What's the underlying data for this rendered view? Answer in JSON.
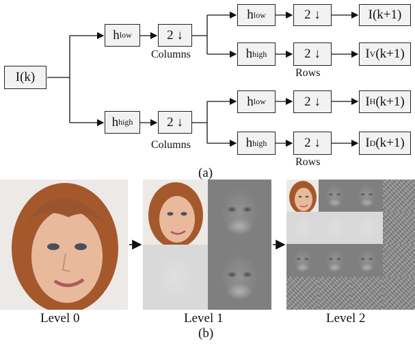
{
  "input": {
    "label": "I(k)"
  },
  "branches": {
    "low": {
      "filter": "h",
      "filter_sub": "low",
      "down": "2 ↓",
      "caption": "Columns"
    },
    "high": {
      "filter": "h",
      "filter_sub": "high",
      "down": "2 ↓",
      "caption": "Columns"
    }
  },
  "rows_stage": {
    "low_low": {
      "filter": "h",
      "filter_sub": "low",
      "down": "2 ↓",
      "output": "I(k+1)",
      "output_sub": ""
    },
    "low_high": {
      "filter": "h",
      "filter_sub": "high",
      "down": "2 ↓",
      "output_pre": "I",
      "output_sub": "V",
      "output_post": "(k+1)"
    },
    "high_low": {
      "filter": "h",
      "filter_sub": "low",
      "down": "2 ↓",
      "output_pre": "I",
      "output_sub": "H",
      "output_post": "(k+1)"
    },
    "high_high": {
      "filter": "h",
      "filter_sub": "high",
      "down": "2 ↓",
      "output_pre": "I",
      "output_sub": "D",
      "output_post": "(k+1)"
    },
    "caption_top": "Rows",
    "caption_bottom": "Rows"
  },
  "captions": {
    "a": "(a)",
    "b": "(b)"
  },
  "levels": [
    {
      "label": "Level 0"
    },
    {
      "label": "Level 1"
    },
    {
      "label": "Level 2"
    }
  ],
  "colors": {
    "box_fill": "#f2f2f2",
    "line": "#111111",
    "hair": "#9a5a34",
    "skin": "#e8b99c"
  }
}
